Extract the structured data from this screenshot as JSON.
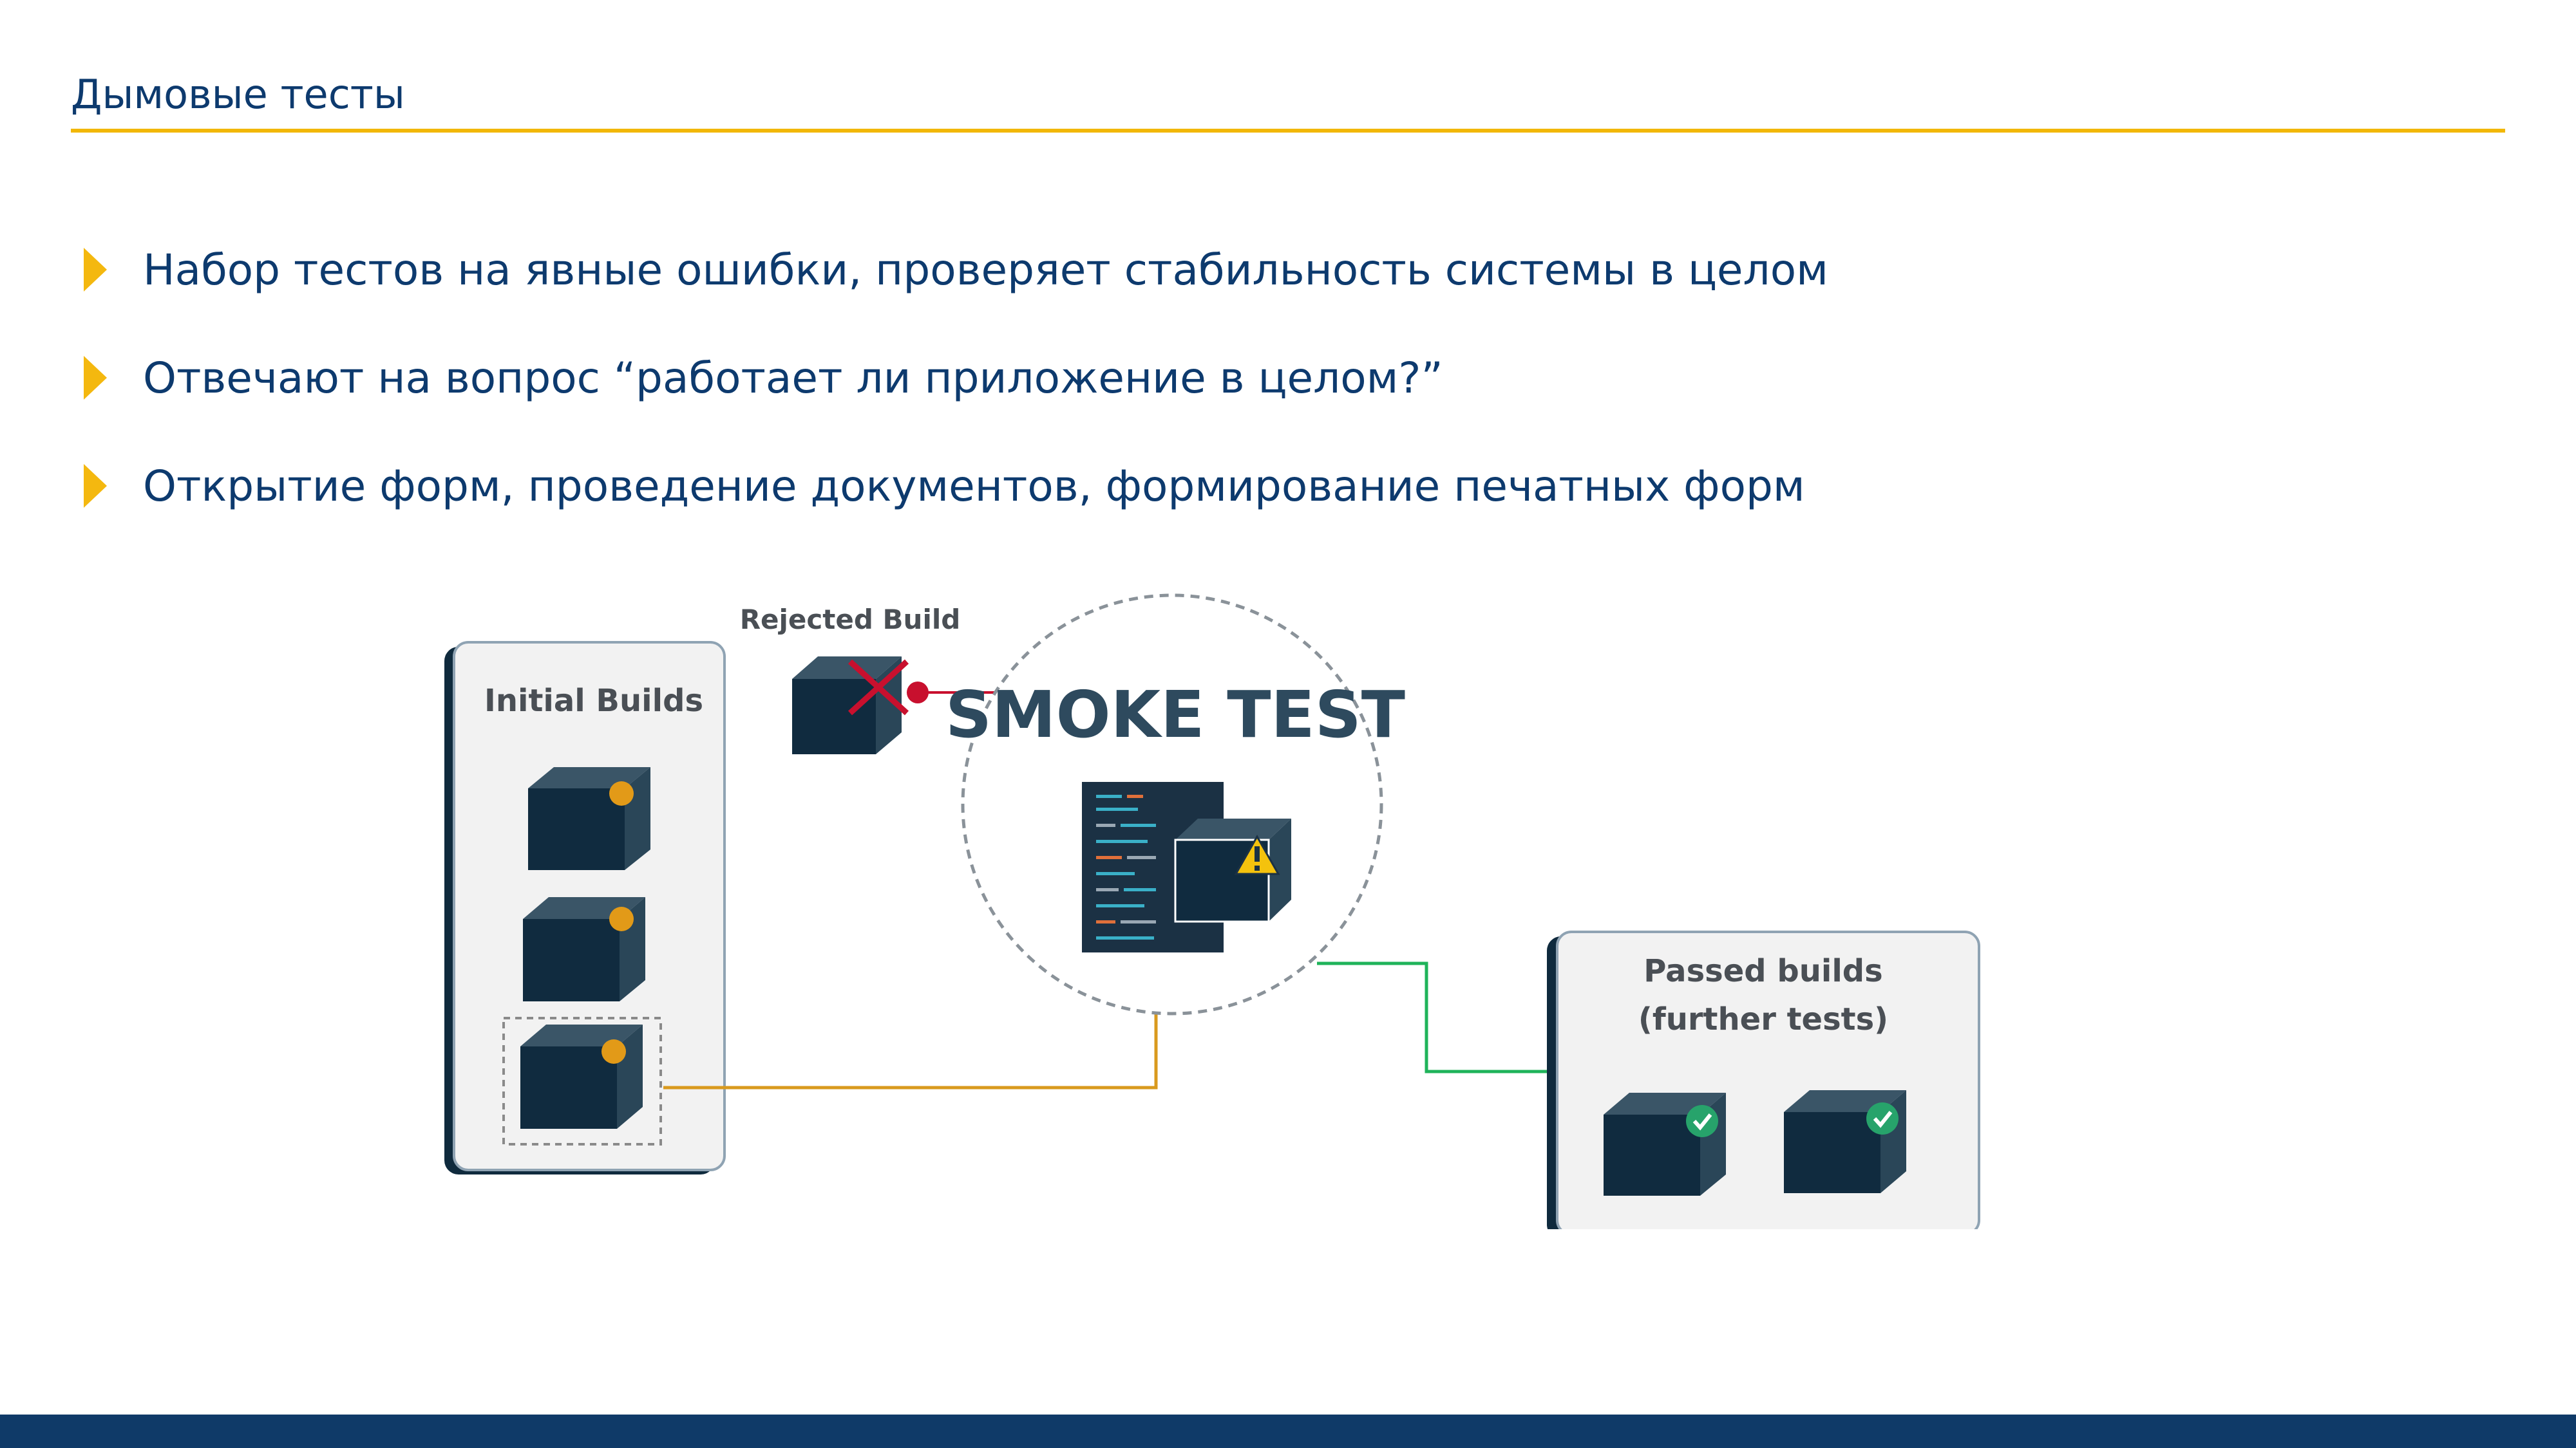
{
  "slide": {
    "title": "Дымовые тесты"
  },
  "bullets": [
    {
      "text": "Набор тестов на явные ошибки, проверяет стабильность системы в целом"
    },
    {
      "text": "Отвечают на вопрос “работает ли приложение в целом?”"
    },
    {
      "text": "Открытие форм, проведение документов, формирование печатных форм"
    }
  ],
  "diagram": {
    "initial_builds_label": "Initial Builds",
    "rejected_build_label": "Rejected Build",
    "smoke_test_label": "SMOKE TEST",
    "passed_builds_label_line1": "Passed builds",
    "passed_builds_label_line2": "(further tests)",
    "colors": {
      "cube_dark": "#102b3f",
      "cube_side": "#2a4658",
      "cube_top": "#3a5567",
      "orange": "#d99a1e",
      "red": "#c8102e",
      "green": "#1fb35a",
      "panel_bg": "#f2f2f2",
      "panel_border": "#8fa3b3",
      "smoke_text": "#2e4a5e"
    }
  }
}
